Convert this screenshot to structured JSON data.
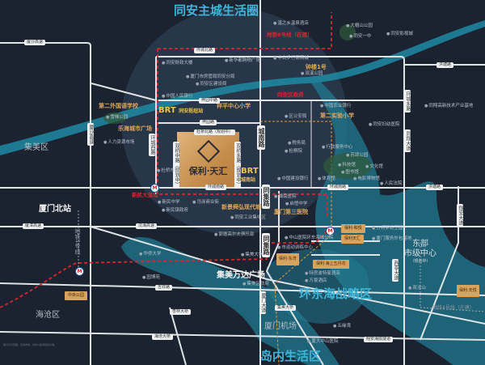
{
  "map": {
    "title": "同安主城生活圈",
    "project": {
      "name": "保利·天汇"
    },
    "colors": {
      "background": "#1b2330",
      "water": "#1f7f96",
      "metro_line": "#d9262c",
      "highlight": "#3fb5d8",
      "gold": "#e0a65a"
    },
    "metro_marker": "M",
    "labels": [
      {
        "text": "地铁6号线（在建）",
        "kind": "red"
      },
      {
        "text": "温之乡温泉酒店",
        "kind": "poi"
      },
      {
        "text": "大帽山公园",
        "kind": "poi"
      },
      {
        "text": "同安一中",
        "kind": "poi"
      },
      {
        "text": "同安影视城",
        "kind": "poi"
      },
      {
        "text": "环城北路",
        "kind": "road"
      },
      {
        "text": "厦沙高速",
        "kind": "road"
      },
      {
        "text": "厦沙高速",
        "kind": "vroad"
      },
      {
        "text": "同安财政大楼",
        "kind": "poi"
      },
      {
        "text": "新华都购物广场",
        "kind": "poi"
      },
      {
        "text": "中山步行街商城",
        "kind": "poi"
      },
      {
        "text": "钟楼1号",
        "kind": "gold"
      },
      {
        "text": "双溪公园",
        "kind": "poi"
      },
      {
        "text": "厦门市房管局同安分局",
        "kind": "poi"
      },
      {
        "text": "同安区建设局",
        "kind": "poi"
      },
      {
        "text": "中国人民银行",
        "kind": "poi"
      },
      {
        "text": "同安区政府",
        "kind": "red"
      },
      {
        "text": "环城东路",
        "kind": "vroad"
      },
      {
        "text": "洪塘路",
        "kind": "road"
      },
      {
        "text": "同翔高新技术产业基地",
        "kind": "poi"
      },
      {
        "text": "第二外国语学校",
        "kind": "gold"
      },
      {
        "text": "雪梯公园",
        "kind": "poi"
      },
      {
        "text": "乐海城市广场",
        "kind": "gold"
      },
      {
        "text": "人力资源市场",
        "kind": "poi"
      },
      {
        "text": "祥平中心小学",
        "kind": "gold"
      },
      {
        "text": "梓园中路",
        "kind": "road"
      },
      {
        "text": "城南路",
        "kind": "vroad"
      },
      {
        "text": "区公安局",
        "kind": "poi"
      },
      {
        "text": "中国农业银行",
        "kind": "poi"
      },
      {
        "text": "第二实验小学",
        "kind": "gold"
      },
      {
        "text": "同安妇幼医院",
        "kind": "poi"
      },
      {
        "text": "税务局",
        "kind": "poi"
      },
      {
        "text": "检察院",
        "kind": "poi"
      },
      {
        "text": "行政服务中心",
        "kind": "poi"
      },
      {
        "text": "苏颂公园",
        "kind": "poi"
      },
      {
        "text": "科技馆",
        "kind": "poi"
      },
      {
        "text": "文化馆",
        "kind": "poi"
      },
      {
        "text": "图书馆",
        "kind": "poi"
      },
      {
        "text": "体育馆",
        "kind": "poi"
      },
      {
        "text": "电影博物馆",
        "kind": "poi"
      },
      {
        "text": "中国建设银行",
        "kind": "poi"
      },
      {
        "text": "人民法院",
        "kind": "poi"
      },
      {
        "text": "环城西路",
        "kind": "vroad"
      },
      {
        "text": "梓园路",
        "kind": "road"
      },
      {
        "text": "杜桥北路（规划中）",
        "kind": "road"
      },
      {
        "text": "双桥中路（规划中）",
        "kind": "vroad"
      },
      {
        "text": "双桥东路（规划中）",
        "kind": "vroad"
      },
      {
        "text": "杜桥市场",
        "kind": "poi"
      },
      {
        "text": "环城南路",
        "kind": "road"
      },
      {
        "text": "环城南路",
        "kind": "road"
      },
      {
        "text": "洪塘路",
        "kind": "road"
      },
      {
        "text": "新民大道站",
        "kind": "red"
      },
      {
        "text": "新民中学",
        "kind": "poi"
      },
      {
        "text": "新民镇政府",
        "kind": "poi"
      },
      {
        "text": "乌涂商业街",
        "kind": "poi"
      },
      {
        "text": "新景舜弘现代城",
        "kind": "gold"
      },
      {
        "text": "同安工业集中区",
        "kind": "poi"
      },
      {
        "text": "厦门北站",
        "kind": "white"
      },
      {
        "text": "厦漳高速",
        "kind": "road"
      },
      {
        "text": "沈海高速",
        "kind": "road"
      },
      {
        "text": "郭厝高尔夫俱乐部",
        "kind": "poi"
      },
      {
        "text": "地铁1号线",
        "kind": "metro"
      },
      {
        "text": "同集路",
        "kind": "vroad"
      },
      {
        "text": "同集路",
        "kind": "vroad"
      },
      {
        "text": "城南医院",
        "kind": "poi"
      },
      {
        "text": "启悟中学",
        "kind": "poi"
      },
      {
        "text": "厦门第三医院",
        "kind": "gold"
      },
      {
        "text": "方特梦幻王国",
        "kind": "poi"
      },
      {
        "text": "厦门服务外包基地",
        "kind": "poi"
      },
      {
        "text": "中山医院环东海域分院",
        "kind": "poi"
      },
      {
        "text": "市运动训练中心",
        "kind": "poi"
      },
      {
        "text": "园博苑",
        "kind": "poi"
      },
      {
        "text": "华侨大学",
        "kind": "poi"
      },
      {
        "text": "吉祥路",
        "kind": "road"
      },
      {
        "text": "杏林大桥",
        "kind": "road"
      },
      {
        "text": "海沧大桥",
        "kind": "road"
      },
      {
        "text": "集美区",
        "kind": "district"
      },
      {
        "text": "海沧区",
        "kind": "district"
      },
      {
        "text": "环东海战略区",
        "kind": "bigcyan"
      },
      {
        "text": "集美大桥",
        "kind": "road"
      },
      {
        "text": "厦门机场",
        "kind": "district"
      },
      {
        "text": "五缘湾",
        "kind": "poi"
      },
      {
        "text": "厦大中山医院",
        "kind": "poi"
      },
      {
        "text": "岛内生活区",
        "kind": "bigcyan"
      },
      {
        "text": "翔安海底隧道",
        "kind": "road"
      },
      {
        "text": "地铁4号线（在建）",
        "kind": "dim"
      },
      {
        "text": "双沧山",
        "kind": "poi"
      },
      {
        "text": "集美大学",
        "kind": "poi"
      },
      {
        "text": "集美万达广场",
        "kind": "white"
      },
      {
        "text": "集美区政府",
        "kind": "poi"
      },
      {
        "text": "特房波特曼酒店",
        "kind": "poi"
      },
      {
        "text": "万豪酒店",
        "kind": "poi"
      },
      {
        "text": "同翔大道",
        "kind": "vroad"
      },
      {
        "text": "翔安大道",
        "kind": "vroad"
      },
      {
        "text": "西亭大道",
        "kind": "vroad"
      },
      {
        "text": "厦门大道",
        "kind": "vroad"
      },
      {
        "text": "同安主城生活圈",
        "kind": "bigcyan"
      }
    ],
    "east_center": {
      "line1": "东部",
      "line2": "市级中心",
      "line3": "（规划中）"
    },
    "brt": [
      {
        "label": "BRT",
        "station": "同安枢纽站"
      },
      {
        "label": "BRT",
        "station": "城南站"
      }
    ],
    "boxes": [
      "中央公园",
      "保利·和悦",
      "保利天汇",
      "保利·海上五月花",
      "保利·东湾",
      "保利·天悦"
    ],
    "disclaimer": "图示为示意图，仅供参考，具体以政府规划为准。"
  }
}
